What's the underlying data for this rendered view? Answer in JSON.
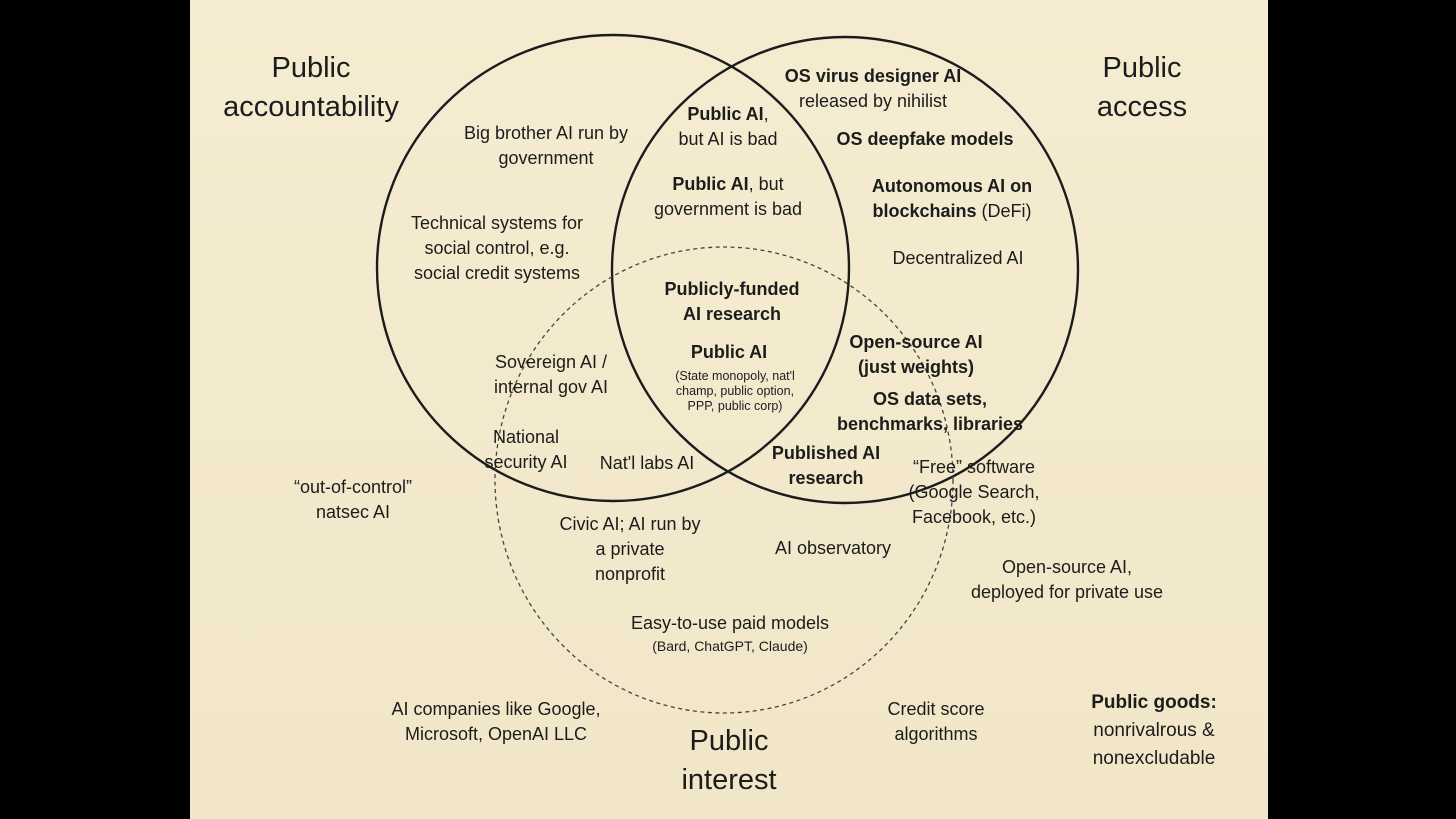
{
  "set_labels": {
    "accountability": [
      "Public",
      "accountability"
    ],
    "access": [
      "Public",
      "access"
    ],
    "interest": [
      "Public",
      "interest"
    ]
  },
  "items": {
    "big_brother": [
      "Big brother AI run by",
      "government"
    ],
    "social_control": [
      "Technical systems for",
      "social control, e.g.",
      "social credit systems"
    ],
    "sovereign": [
      "Sovereign AI /",
      "internal gov AI"
    ],
    "national_security": [
      "National",
      "security AI"
    ],
    "natlabs": "Nat'l labs AI",
    "out_of_control": [
      "“out-of-control”",
      "natsec AI"
    ],
    "public_ai_bad_bold": "Public AI",
    "public_ai_bad_rest": ",",
    "public_ai_bad_line2": "but AI is bad",
    "public_ai_gov_bold": "Public AI",
    "public_ai_gov_rest": ", but",
    "public_ai_gov_line2": "government is bad",
    "publicly_funded": [
      "Publicly-funded",
      "AI research"
    ],
    "public_ai_center": "Public AI",
    "public_ai_center_detail": [
      "(State monopoly, nat'l",
      "champ, public option,",
      "PPP, public corp)"
    ],
    "os_virus_bold": "OS virus designer AI",
    "os_virus_line2": "released by nihilist",
    "os_deepfake": "OS deepfake models",
    "autonomous_line1": "Autonomous AI on",
    "autonomous_line2_bold": "blockchains",
    "autonomous_line2_rest": " (DeFi)",
    "decentralized": "Decentralized AI",
    "open_source_weights": [
      "Open-source AI",
      "(just weights)"
    ],
    "os_datasets": [
      "OS data sets,",
      "benchmarks, libraries"
    ],
    "published_research": [
      "Published AI",
      "research"
    ],
    "free_software": [
      "“Free” software",
      "(Google Search,",
      "Facebook, etc.)"
    ],
    "civic_ai": [
      "Civic AI; AI run by",
      "a private",
      "nonprofit"
    ],
    "ai_observatory": "AI observatory",
    "easy_paid": "Easy-to-use paid models",
    "easy_paid_detail": "(Bard, ChatGPT, Claude)",
    "os_private": [
      "Open-source AI,",
      "deployed for private use"
    ],
    "ai_companies": [
      "AI companies like Google,",
      "Microsoft, OpenAI LLC"
    ],
    "credit_score": [
      "Credit score",
      "algorithms"
    ]
  },
  "legend": {
    "title": "Public goods:",
    "lines": [
      "nonrivalrous &",
      "nonexcludable"
    ]
  },
  "colors": {
    "background": "#f3e9cd",
    "stroke": "#1c1c1c",
    "text": "#1c1c1c"
  }
}
